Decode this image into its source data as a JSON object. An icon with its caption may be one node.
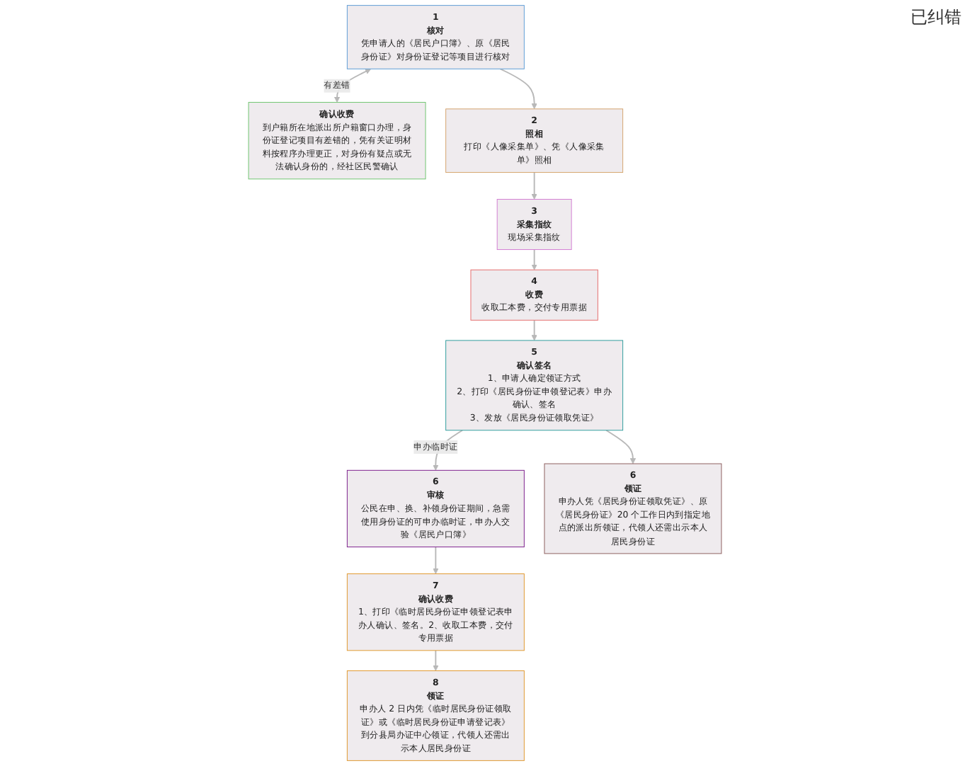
{
  "diagram": {
    "nodes": [
      {
        "text": [
          "1",
          "核对",
          "凭申请人的《居民户口簿》、原《居民身份证》对身份证登记等项目进行核对"
        ]
      },
      {
        "text": [
          "确认收费",
          "到户籍所在地派出所户籍窗口办理，身份证登记项目有差错的，凭有关证明材料按程序办理更正，对身份有疑点或无法确认身份的，经社区民警确认"
        ]
      },
      {
        "text": [
          "2",
          "照相",
          "打印《人像采集单》、凭《人像采集单》照相"
        ]
      },
      {
        "text": [
          "3",
          "采集指纹",
          "现场采集指纹"
        ]
      },
      {
        "text": [
          "4",
          "收费",
          "收取工本费，交付专用票据"
        ]
      },
      {
        "text": [
          "5",
          "确认签名",
          "1、申请人确定领证方式",
          "2、打印《居民身份证申领登记表》申办确认、签名",
          "3、发放《居民身份证领取凭证》"
        ]
      },
      {
        "text": [
          "6",
          "审核",
          "公民在申、换、补领身份证期间，急需使用身份证的可申办临时证，申办人交验《居民户口簿》"
        ]
      },
      {
        "text": [
          "7",
          "确认收费",
          "1、打印《临时居民身份证申领登记表申办人确认、签名。2、收取工本费，交付专用票据"
        ]
      },
      {
        "text": [
          "6",
          "领证",
          "申办人凭《居民身份证领取凭证》、原《居民身份证》20 个工作日内到指定地点的派出所领证，代领人还需出示本人居民身份证"
        ]
      },
      {
        "text": [
          "8",
          "领证",
          "申办人 2 日内凭《临时居民身份证领取证》或《临时居民身份证申请登记表》到分县局办证中心领证，代领人还需出示本人居民身份证"
        ]
      }
    ],
    "edges": [
      {
        "from": 0,
        "to": 1,
        "arrow": "both",
        "label": "有差错"
      },
      {
        "from": 0,
        "to": 2,
        "arrow": "to"
      },
      {
        "from": 2,
        "to": 3,
        "arrow": "to"
      },
      {
        "from": 3,
        "to": 4,
        "arrow": "to"
      },
      {
        "from": 4,
        "to": 5,
        "arrow": "to"
      },
      {
        "from": 5,
        "to": 6,
        "arrow": "to",
        "label": "申办临时证"
      },
      {
        "from": 5,
        "to": 8,
        "arrow": "to"
      },
      {
        "from": 6,
        "to": 7,
        "arrow": "to"
      },
      {
        "from": 7,
        "to": 9,
        "arrow": "to"
      }
    ],
    "labels": [
      "已纠错"
    ]
  }
}
